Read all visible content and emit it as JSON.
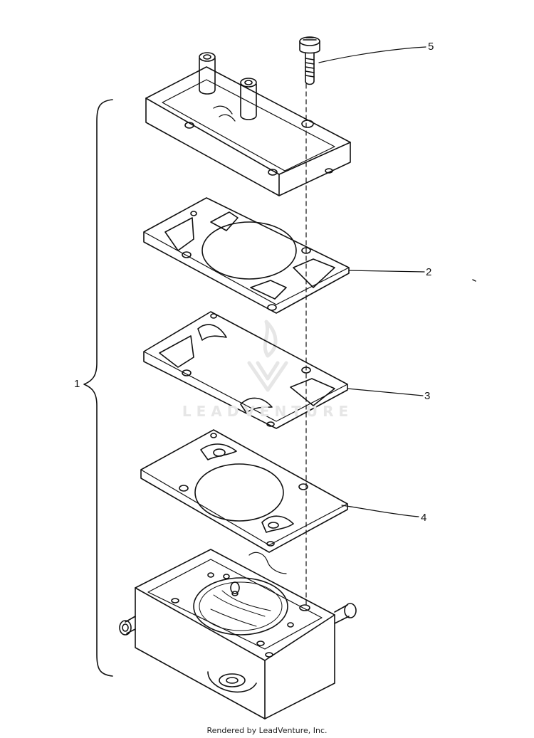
{
  "diagram": {
    "callouts": {
      "assembly": "1",
      "gasket_top": "2",
      "diaphragm": "3",
      "gasket_bottom": "4",
      "screw": "5"
    },
    "watermark": "LEADVENTURE",
    "footer": "Rendered by LeadVenture, Inc."
  }
}
